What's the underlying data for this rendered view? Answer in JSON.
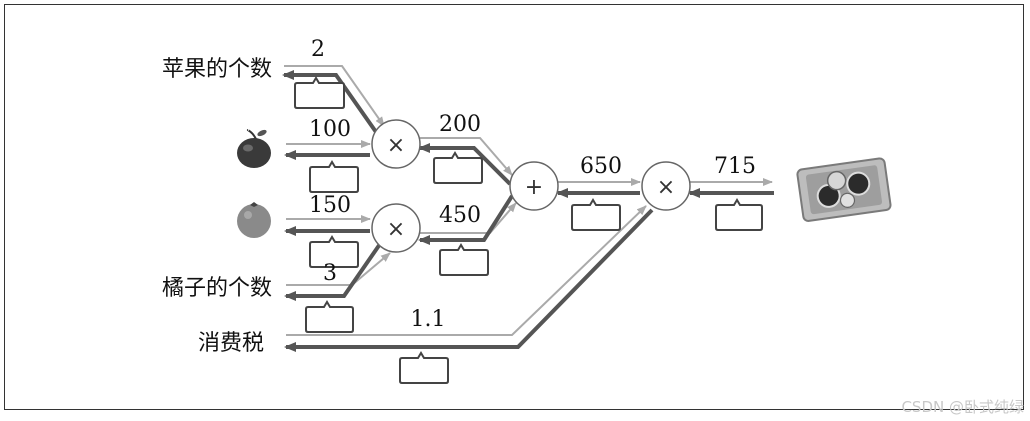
{
  "inputs": {
    "apple_count": "苹果的个数",
    "orange_count": "橘子的个数",
    "tax": "消费税"
  },
  "values": {
    "apple_count": "2",
    "apple_price": "100",
    "orange_price": "150",
    "orange_count": "3",
    "apple_total": "200",
    "orange_total": "450",
    "sum": "650",
    "result": "715",
    "tax": "1.1"
  },
  "operators": {
    "mul": "×",
    "add": "+"
  },
  "icons": [
    "apple-icon",
    "orange-icon",
    "money-tray-icon"
  ],
  "watermark": "CSDN @卧式纯绿"
}
